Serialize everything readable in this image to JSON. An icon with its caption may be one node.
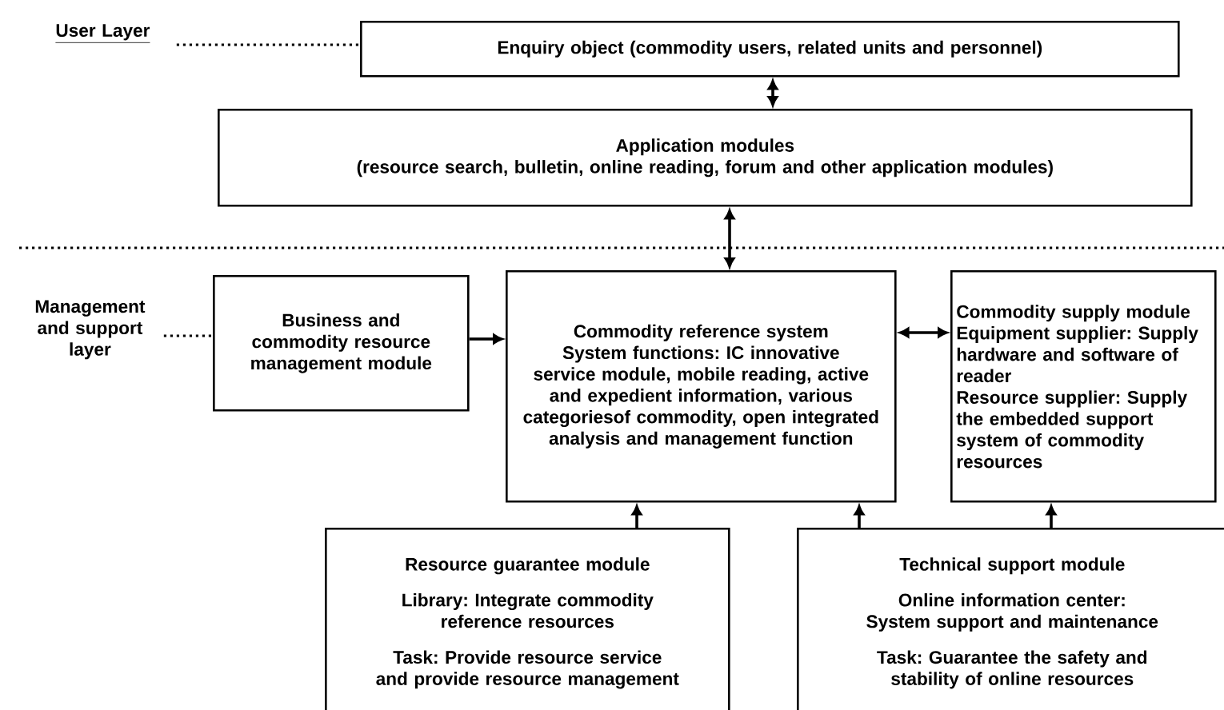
{
  "diagram": {
    "nodes": [
      {
        "text": [
          "User Layer"
        ]
      },
      {
        "text": [
          "Enquiry object (commodity users, related units and personnel)"
        ]
      },
      {
        "text": [
          "Application modules",
          "(resource search, bulletin, online reading, forum and other application modules)"
        ]
      },
      {
        "text": [
          "Management and support layer"
        ]
      },
      {
        "text": [
          "Business and commodity resource management module"
        ]
      },
      {
        "text": [
          "Commodity reference system",
          "System functions: IC innovative service module, mobile reading, active and expedient information, various categoriesof commodity, open integrated analysis and management function"
        ]
      },
      {
        "text": [
          "Commodity supply module",
          "Equipment supplier: Supply hardware and software of reader",
          "Resource supplier: Supply the embedded support system of commodity resources"
        ]
      },
      {
        "text": [
          "Resource guarantee module",
          "Library: Integrate commodity reference resources",
          "Task: Provide resource service and provide resource management"
        ]
      },
      {
        "text": [
          "Technical support module",
          "Online information center: System support and maintenance",
          "Task: Guarantee the safety and stability of online resources"
        ]
      }
    ],
    "edges": [
      {
        "from": 0,
        "to": 1,
        "arrow": "none",
        "style": "dashed"
      },
      {
        "from": 1,
        "to": 2,
        "arrow": "both"
      },
      {
        "from": 2,
        "to": 5,
        "arrow": "both"
      },
      {
        "from": 3,
        "to": 4,
        "arrow": "none",
        "style": "dashed"
      },
      {
        "from": 4,
        "to": 5,
        "arrow": "to"
      },
      {
        "from": 5,
        "to": 6,
        "arrow": "both"
      },
      {
        "from": 7,
        "to": 5,
        "arrow": "to"
      },
      {
        "from": 8,
        "to": 5,
        "arrow": "to"
      },
      {
        "from": 8,
        "to": 6,
        "arrow": "to"
      }
    ]
  }
}
